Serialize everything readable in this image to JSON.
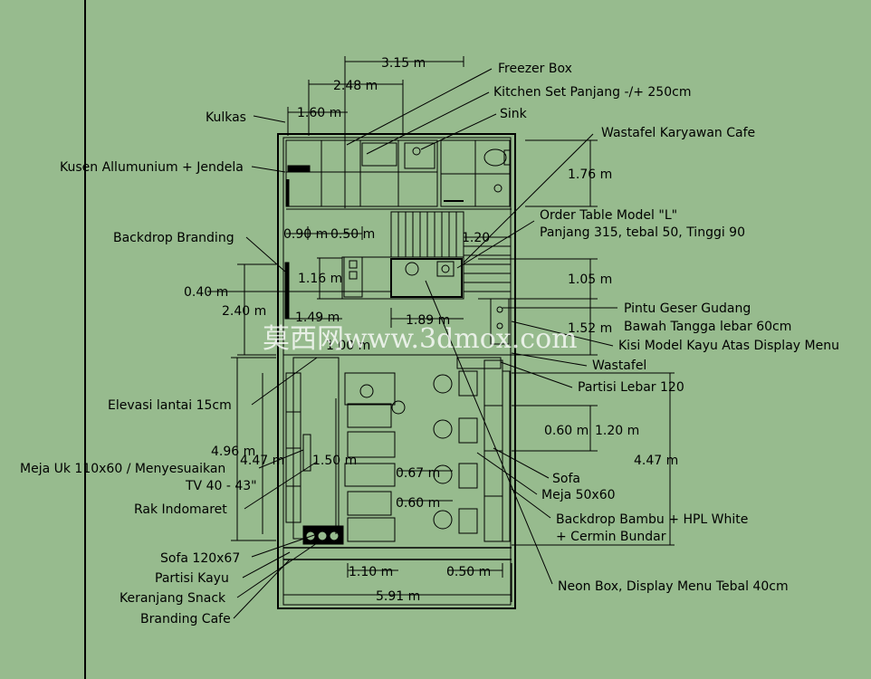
{
  "colors": {
    "background": "#97bb8e",
    "ink": "#000000",
    "watermark": "#ffffff"
  },
  "labels": {
    "freezer_box": "Freezer Box",
    "kitchen_set": "Kitchen Set Panjang -/+ 250cm",
    "sink": "Sink",
    "kulkas": "Kulkas",
    "wastafel_karyawan": "Wastafel Karyawan Cafe",
    "kusen": "Kusen Allumunium + Jendela",
    "order_table_1": "Order Table Model \"L\"",
    "order_table_2": "Panjang 315, tebal 50, Tinggi 90",
    "backdrop_branding": "Backdrop Branding",
    "pintu_geser_1": "Pintu Geser Gudang",
    "pintu_geser_2": "Bawah Tangga lebar 60cm",
    "kisi_model": "Kisi Model Kayu Atas Display Menu",
    "wastafel": "Wastafel",
    "partisi_lebar": "Partisi Lebar 120",
    "elevasi": "Elevasi lantai 15cm",
    "meja_uk": "Meja Uk 110x60 / Menyesuaikan",
    "tv": "TV 40 - 43\"",
    "sofa": "Sofa",
    "meja_50": "Meja 50x60",
    "rak": "Rak Indomaret",
    "backdrop_bambu_1": "Backdrop Bambu + HPL White",
    "backdrop_bambu_2": "+ Cermin Bundar",
    "sofa_120": "Sofa 120x67",
    "partisi_kayu": "Partisi Kayu",
    "neon_box": "Neon Box, Display Menu Tebal 40cm",
    "keranjang": "Keranjang Snack",
    "branding_cafe": "Branding Cafe"
  },
  "dimensions": {
    "d315": "3.15 m",
    "d248": "2.48 m",
    "d160": "1.60 m",
    "d176": "1.76 m",
    "d090": "0.90 m",
    "d050a": "0.50 m",
    "d120a": "1.20",
    "d105": "1.05 m",
    "d116": "1.16 m",
    "d040": "0.40 m",
    "d240": "2.40 m",
    "d149": "1.49 m",
    "d189": "1.89 m",
    "d152": "1.52 m",
    "d100": "1.00 m",
    "d060a": "0.60 m",
    "d120b": "1.20 m",
    "d496": "4.96 m",
    "d447a": "4.47 m",
    "d447b": "4.47 m",
    "d150": "1.50 m",
    "d067": "0.67 m",
    "d060b": "0.60 m",
    "d110": "1.10 m",
    "d050b": "0.50 m",
    "d591": "5.91 m"
  },
  "watermark": "莫西网www.3dmox.com"
}
